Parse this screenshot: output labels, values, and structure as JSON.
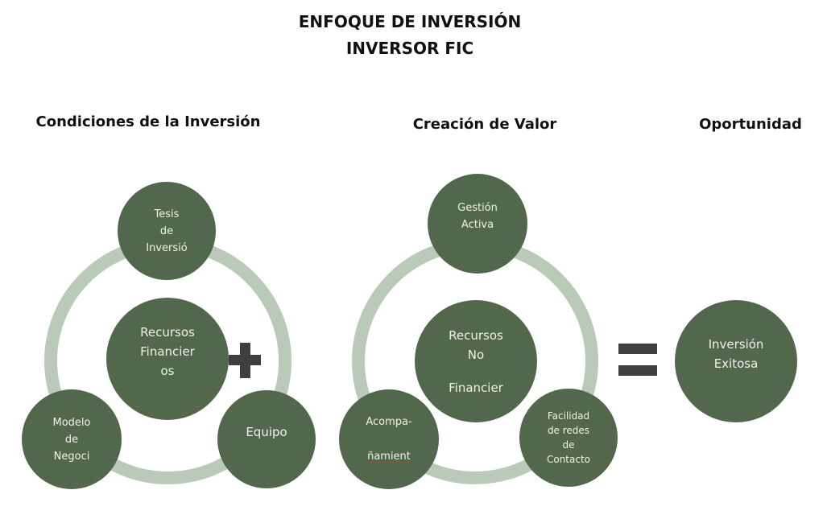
{
  "title": {
    "line1": "ENFOQUE DE INVERSIÓN",
    "line2": "INVERSOR FIC"
  },
  "sections": {
    "conditions": {
      "heading": "Condiciones de la Inversión",
      "center": [
        "Recursos",
        "Financier",
        "os"
      ],
      "top": [
        "Tesis",
        "de",
        "Inversió"
      ],
      "bottom_left": [
        "Modelo",
        "de",
        "Negoci"
      ],
      "bottom_right": [
        "Equipo"
      ]
    },
    "value": {
      "heading": "Creación de Valor",
      "center": [
        "Recursos",
        "No",
        "Financier"
      ],
      "top": [
        "Gestión",
        "Activa"
      ],
      "bottom_left": [
        "Acompa-",
        "ñamient"
      ],
      "bottom_right": [
        "Facilidad",
        "de redes",
        "de",
        "Contacto"
      ]
    },
    "opportunity": {
      "heading": "Oportunidad",
      "center": [
        "Inversión",
        "Exitosa"
      ]
    }
  },
  "symbols": {
    "plus": "plus-sign",
    "equals": "equals-sign"
  },
  "colors": {
    "circle": "#52684c",
    "ring": "#b9cbb8",
    "symbol": "#3f3f3f"
  }
}
